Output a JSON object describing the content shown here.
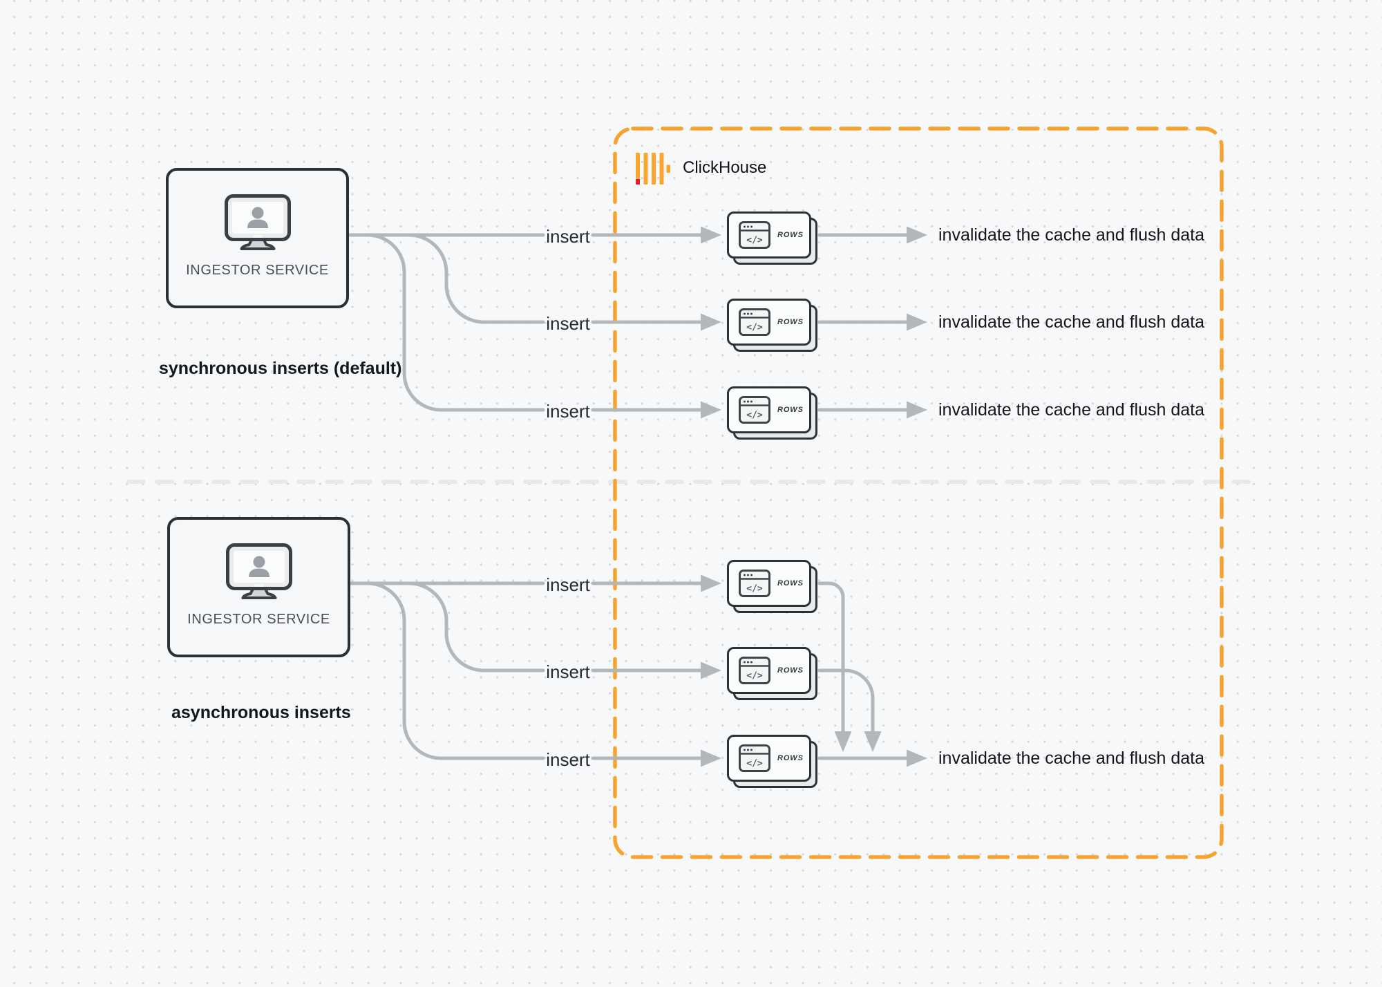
{
  "clickhouse": {
    "label": "ClickHouse"
  },
  "ingestor_label": "INGESTOR SERVICE",
  "icons": {
    "code_glyph": "</>"
  },
  "colors": {
    "accent_orange": "#f6a42f",
    "connector_gray": "#b4b7ba",
    "brand_bar_yellow": "#f8a62f",
    "brand_bar_red": "#e3242b"
  },
  "sync": {
    "section_label": "synchronous inserts (default)",
    "rows": [
      {
        "insert_label": "insert",
        "card_label": "ROWS",
        "result_label": "invalidate the cache and flush data"
      },
      {
        "insert_label": "insert",
        "card_label": "ROWS",
        "result_label": "invalidate the cache and flush data"
      },
      {
        "insert_label": "insert",
        "card_label": "ROWS",
        "result_label": "invalidate the cache and flush data"
      }
    ]
  },
  "async": {
    "section_label": "asynchronous inserts",
    "rows": [
      {
        "insert_label": "insert",
        "card_label": "ROWS"
      },
      {
        "insert_label": "insert",
        "card_label": "ROWS"
      },
      {
        "insert_label": "insert",
        "card_label": "ROWS"
      }
    ],
    "result_label": "invalidate the cache and flush data"
  }
}
